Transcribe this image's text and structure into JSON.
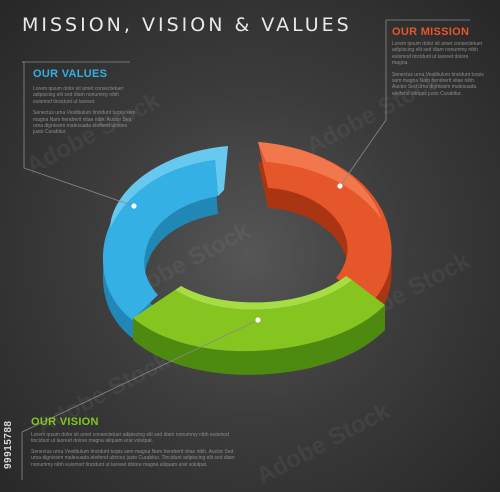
{
  "title": "MISSION, VISION & VALUES",
  "colors": {
    "values": "#33aee1",
    "mission": "#e65528",
    "vision": "#82c11f",
    "background": "#3a3a3a"
  },
  "sections": {
    "values": {
      "title": "OUR VALUES",
      "paragraphs": [
        "Lorem ipsum dolor sit amet consectetuer adipiscing elit sed diam nonummy nibh euismod tincidunt ut laoreet.",
        "Senectus urna Vestibulum tincidunt turpis sem magna Nam hendrerit vitae nibh. Auctor Sed urna dignissim malesuada eleifend ultrices justo Curabitur."
      ]
    },
    "mission": {
      "title": "OUR MISSION",
      "paragraphs": [
        "Lorem ipsum dolor sit amet consectetuer adipiscing elit sed diam nonummy nibh euismod tincidunt ut laoreet dolore magna.",
        "Senectus urna Vestibulum tincidunt turpis sem magna Nam hendrerit vitae nibh. Auctor Sed urna dignissim malesuada eleifend ultrices justo Curabitur."
      ]
    },
    "vision": {
      "title": "OUR VISION",
      "paragraphs": [
        "Lorem ipsum dolor sit amet consectetuer adipiscing elit sed diam nonummy nibh euismod tincidunt ut laoreet dolore magna aliquam erat volutpat.",
        "Senectus urna Vestibulum tincidunt turpis sem magna Nam hendrerit vitae nibh. Auctor Sed urna dignissim malesuada eleifend ultrices justo Curabitur. Tincidunt adipiscing elit sed diam nonummy nibh euismod tincidunt ut laoreet dolore magna aliquam erat volutpat."
      ]
    }
  },
  "stock": {
    "id": "99915788",
    "watermark": "Adobe Stock"
  }
}
